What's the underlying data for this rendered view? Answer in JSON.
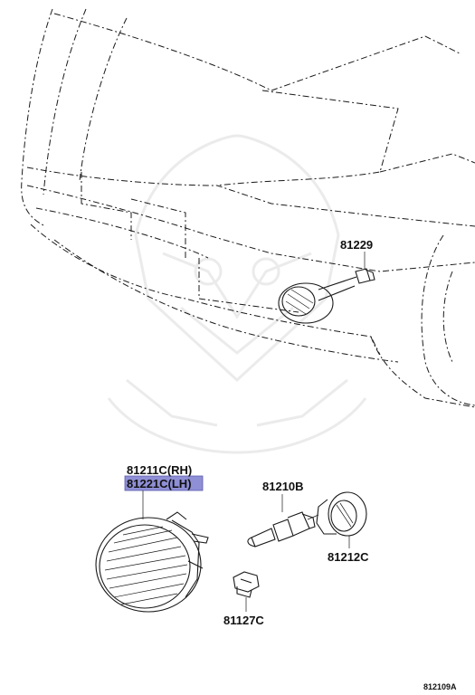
{
  "diagram": {
    "parts": [
      {
        "number": "81229"
      },
      {
        "number": "81211C(RH)"
      },
      {
        "number": "81221C(LH)",
        "highlighted": true
      },
      {
        "number": "81210B"
      },
      {
        "number": "81212C"
      },
      {
        "number": "81127C"
      }
    ],
    "reference_code": "812109A",
    "colors": {
      "line": "#1a1a1a",
      "highlight": "#8f8fd6",
      "watermark": "#e6e6e6"
    }
  }
}
